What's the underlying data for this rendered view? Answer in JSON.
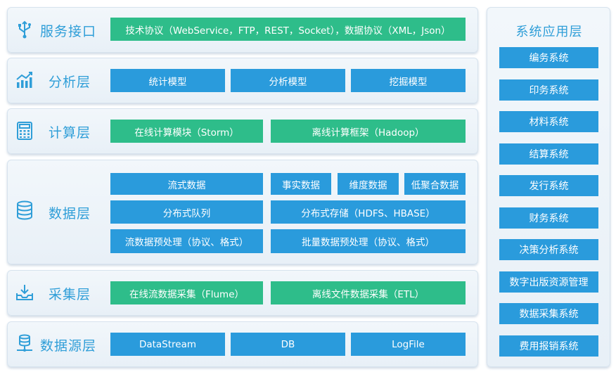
{
  "layers": {
    "service": {
      "title": "服务接口",
      "icon": "usb-icon",
      "boxes": [
        "技术协议（WebService，FTP，REST，Socket），数据协议（XML，Json）"
      ]
    },
    "analysis": {
      "title": "分析层",
      "icon": "bar-chart-icon",
      "boxes": [
        "统计模型",
        "分析模型",
        "挖掘模型"
      ]
    },
    "compute": {
      "title": "计算层",
      "icon": "calculator-icon",
      "boxes": [
        "在线计算模块（Storm）",
        "离线计算框架（Hadoop）"
      ]
    },
    "data": {
      "title": "数据层",
      "icon": "database-icon",
      "boxes": [
        "流式数据",
        "事实数据",
        "维度数据",
        "低聚合数据",
        "分布式队列",
        "分布式存储（HDFS、HBASE）",
        "流数据预处理（协议、格式）",
        "批量数据预处理（协议、格式）"
      ]
    },
    "collect": {
      "title": "采集层",
      "icon": "inbox-download-icon",
      "boxes": [
        "在线流数据采集（Flume）",
        "离线文件数据采集（ETL）"
      ]
    },
    "source": {
      "title": "数据源层",
      "icon": "server-icon",
      "boxes": [
        "DataStream",
        "DB",
        "LogFile"
      ]
    }
  },
  "system_app": {
    "title": "系统应用层",
    "items": [
      "编务系统",
      "印务系统",
      "材料系统",
      "结算系统",
      "发行系统",
      "财务系统",
      "决策分析系统",
      "数字出版资源管理",
      "数据采集系统",
      "费用报销系统"
    ]
  },
  "colors": {
    "green": "#2ebd8a",
    "blue": "#2a9bdc",
    "title": "#2f9ed8",
    "panel": "#eef4f9"
  }
}
